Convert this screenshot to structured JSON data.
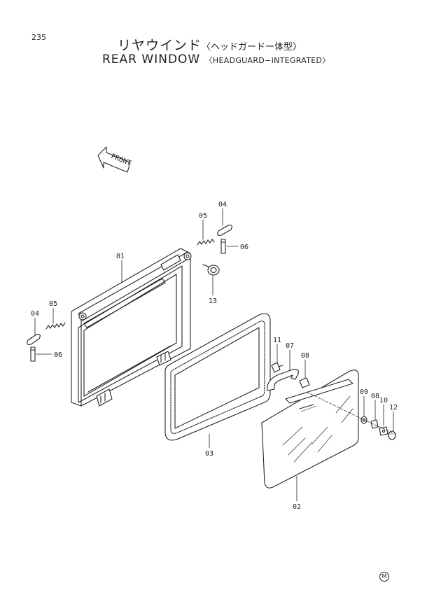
{
  "page_number": "235",
  "title_jp": {
    "main": "リヤウインド",
    "sub": "〈ヘッドガードー体型〉"
  },
  "title_en": {
    "main": "REAR WINDOW",
    "sub": "〈HEADGUARD−INTEGRATED〉"
  },
  "front_label": "FRONT",
  "mark": "M",
  "callouts": {
    "c01": "01",
    "c02": "02",
    "c03": "03",
    "c04a": "04",
    "c04b": "04",
    "c05a": "05",
    "c05b": "05",
    "c06a": "06",
    "c06b": "06",
    "c07": "07",
    "c08a": "08",
    "c08b": "08",
    "c09": "09",
    "c10": "10",
    "c11": "11",
    "c12": "12",
    "c13": "13"
  },
  "colors": {
    "line": "#222222",
    "background": "#ffffff"
  }
}
